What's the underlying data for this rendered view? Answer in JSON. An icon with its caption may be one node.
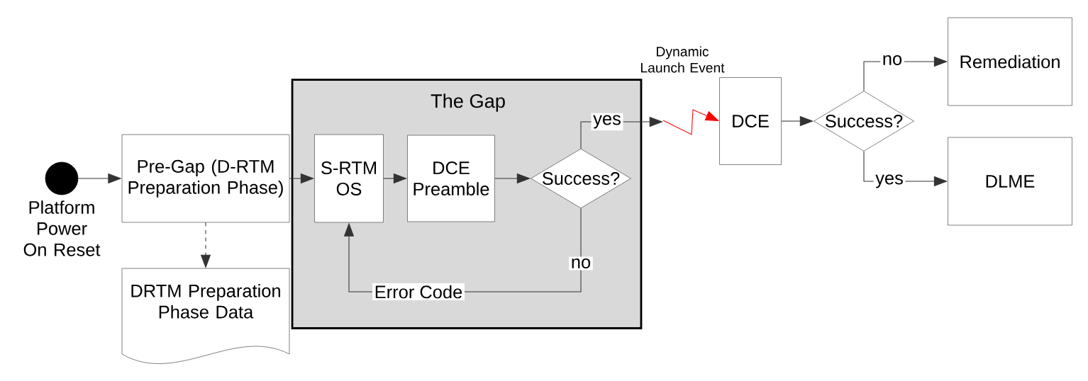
{
  "diagram": {
    "nodes": [
      {
        "text": [],
        "shape": "circle",
        "beside": [
          "Platform Power On Reset"
        ]
      },
      {
        "text": [
          "Pre-Gap (D-RTM Preparation Phase)"
        ]
      },
      {
        "text": [
          "DRTM Preparation Phase Data"
        ]
      },
      {
        "text": [
          "The Gap"
        ]
      },
      {
        "text": [
          "S-RTM OS"
        ],
        "in": 3
      },
      {
        "text": [
          "DCE Preamble"
        ],
        "in": 3
      },
      {
        "text": [
          "Success?"
        ],
        "in": 3
      },
      {
        "text": [
          "DCE"
        ]
      },
      {
        "text": [
          "Success?"
        ]
      },
      {
        "text": [
          "Remediation"
        ]
      },
      {
        "text": [
          "DLME"
        ]
      }
    ],
    "edges": [
      {
        "from": 0,
        "to": 1,
        "arrow": "to"
      },
      {
        "from": 1,
        "to": 2,
        "arrow": "to",
        "style": "dashed"
      },
      {
        "from": 1,
        "to": 4,
        "arrow": "to"
      },
      {
        "from": 4,
        "to": 5,
        "arrow": "to"
      },
      {
        "from": 5,
        "to": 6,
        "arrow": "to"
      },
      {
        "from": 6,
        "to": null,
        "arrow": "to",
        "label": "yes"
      },
      {
        "from": null,
        "to": 7,
        "arrow": "to",
        "color": "#ff0000",
        "label": "Dynamic Launch Event"
      },
      {
        "from": 6,
        "to": 4,
        "arrow": "to",
        "label": "no"
      },
      {
        "from": 7,
        "to": 8,
        "arrow": "to"
      },
      {
        "from": 8,
        "to": 9,
        "arrow": "to",
        "label": "no"
      },
      {
        "from": 8,
        "to": 10,
        "arrow": "to",
        "label": "yes"
      }
    ],
    "labels": [
      "Error Code"
    ]
  }
}
